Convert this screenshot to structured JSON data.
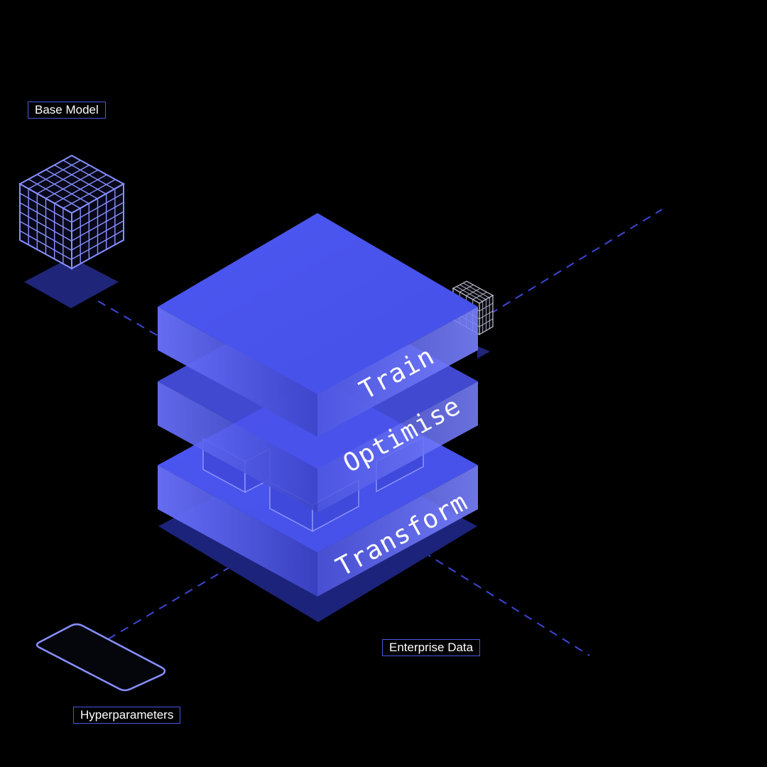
{
  "labels": {
    "base_model": "Base Model",
    "enterprise_data": "Enterprise Data",
    "hyperparameters": "Hyperparameters"
  },
  "layers": {
    "top": "Train",
    "middle": "Optimise",
    "bottom": "Transform"
  },
  "colors": {
    "background": "#000000",
    "accent": "#4a56e6",
    "layer_top": "#4b55ee",
    "layer_side": "#5b63f0",
    "shadow": "#20267a",
    "dash": "#3b47d6"
  },
  "icons": {
    "base_model": "grid-cube-icon",
    "connector": "small-grid-cube-icon",
    "hyperparameters": "flat-panel-icon"
  }
}
